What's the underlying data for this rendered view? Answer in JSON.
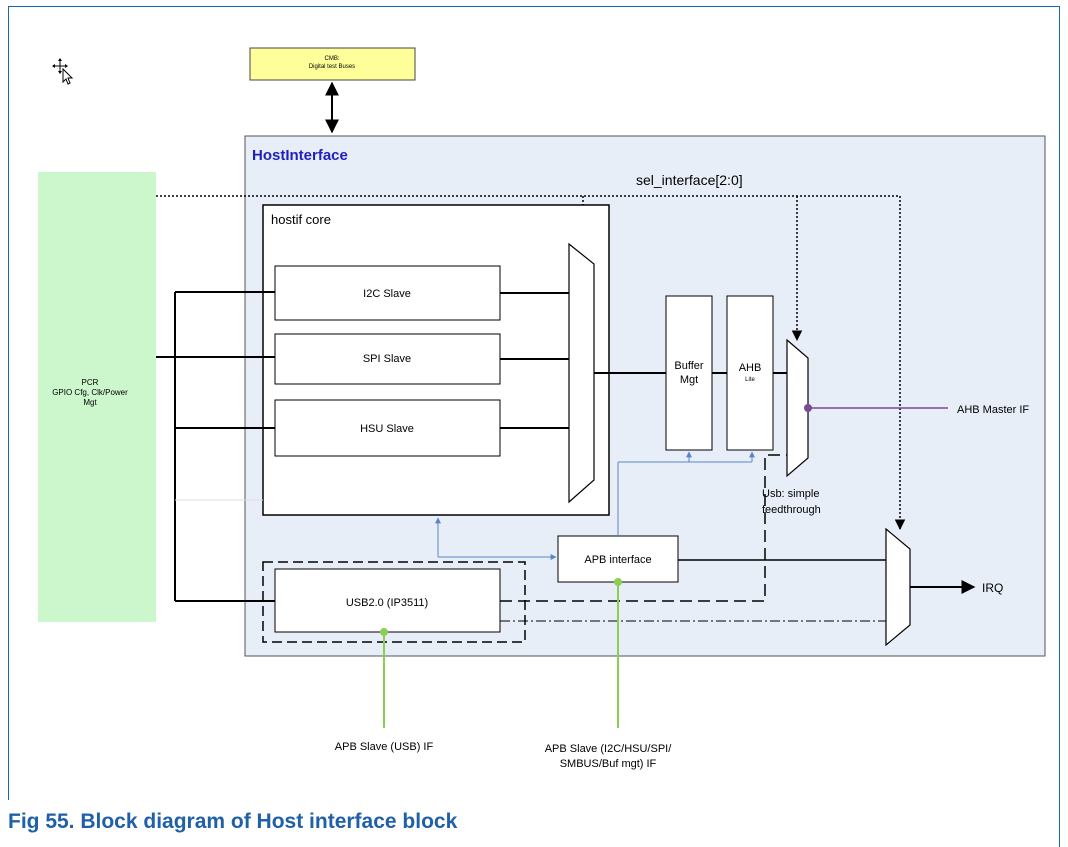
{
  "cursor": "move-cursor-icon",
  "cmb": {
    "title": "CMB:",
    "subtitle": "Digital test Buses"
  },
  "host_interface": {
    "title": "HostInterface"
  },
  "sel_interface": "sel_interface[2:0]",
  "hostif_core": {
    "title": "hostif  core"
  },
  "pcr": {
    "line1": "PCR",
    "line2": "GPIO Cfg, Clk/Power",
    "line3": "Mgt"
  },
  "slaves": [
    "I2C Slave",
    "SPI Slave",
    "HSU Slave"
  ],
  "buffer_mgt": {
    "line1": "Buffer",
    "line2": "Mgt"
  },
  "ahb_lite": {
    "line1": "AHB",
    "line2": "Lite"
  },
  "usb_note": {
    "line1": "Usb: simple",
    "line2": "feedthrough"
  },
  "ahb_master": "AHB Master IF",
  "apb_interface": "APB interface",
  "usb20": "USB2.0 (IP3511)",
  "irq": "IRQ",
  "apb_slave_usb": "APB Slave (USB) IF",
  "apb_slave_other": {
    "line1": "APB Slave (I2C/HSU/SPI/",
    "line2": "SMBUS/Buf mgt) IF"
  },
  "caption": "Fig 55.   Block diagram of Host interface block",
  "colors": {
    "host_fill": "#e8eef8",
    "pcr_fill": "#ccf7cc",
    "cmb_fill": "#ffff99",
    "title_blue": "#1f1fbf",
    "caption_blue": "#2060a8",
    "arrow_blue": "#5a86c8",
    "apb_green": "#8ccf50",
    "ahb_purple": "#7a4a96"
  }
}
